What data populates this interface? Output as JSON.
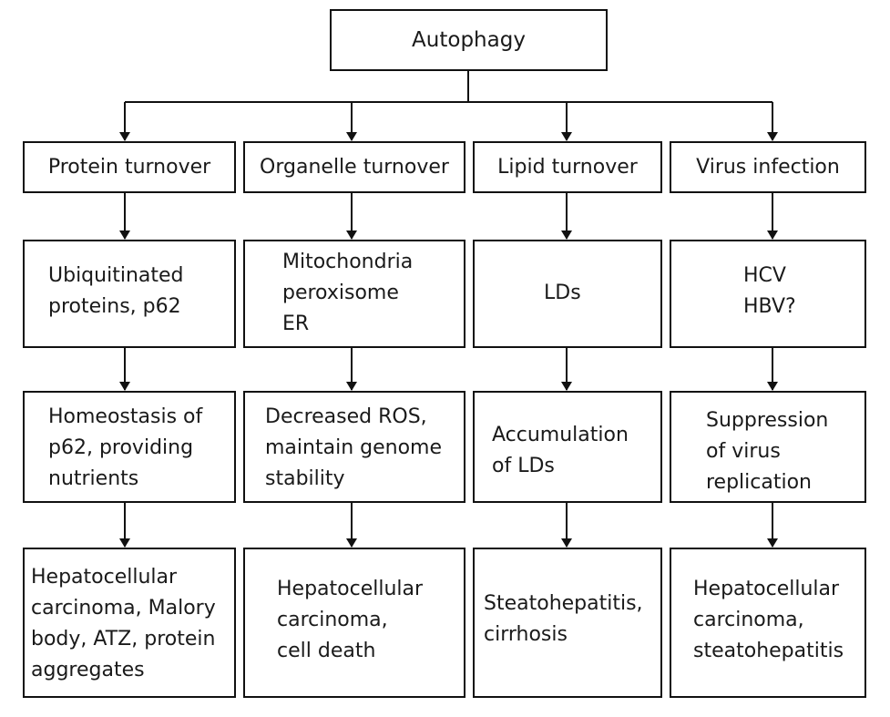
{
  "root": {
    "label": "Autophagy"
  },
  "columns": [
    {
      "category": "Protein turnover",
      "substrate": [
        "Ubiquitinated",
        "proteins, p62"
      ],
      "effect": [
        "Homeostasis of",
        "p62, providing",
        "nutrients"
      ],
      "disease": [
        "Hepatocellular",
        "carcinoma, Malory",
        "body, ATZ, protein",
        "aggregates"
      ]
    },
    {
      "category": "Organelle turnover",
      "substrate": [
        "Mitochondria",
        "peroxisome",
        "ER"
      ],
      "effect": [
        "Decreased ROS,",
        "maintain genome",
        "stability"
      ],
      "disease": [
        "Hepatocellular",
        "carcinoma,",
        "cell death"
      ]
    },
    {
      "category": "Lipid turnover",
      "substrate": [
        "LDs"
      ],
      "effect": [
        "Accumulation",
        "of LDs"
      ],
      "disease": [
        "Steatohepatitis,",
        "cirrhosis"
      ]
    },
    {
      "category": "Virus infection",
      "substrate": [
        "HCV",
        "HBV?"
      ],
      "effect": [
        "Suppression",
        "of virus",
        "replication"
      ],
      "disease": [
        "Hepatocellular",
        "carcinoma,",
        "steatohepatitis"
      ]
    }
  ]
}
